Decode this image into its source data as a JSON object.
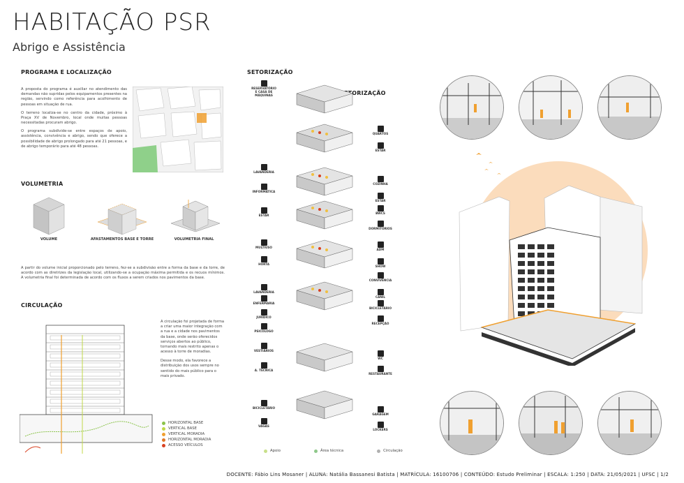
{
  "header": {
    "title": "HABITAÇÃO PSR",
    "subtitle": "Abrigo e Assistência"
  },
  "programa": {
    "heading": "PROGRAMA E LOCALIZAÇÃO",
    "p1": "A proposta do programa é auxiliar no atendimento das demandas não supridas pelos equipamentos presentes na região, servindo como referência para acolhimento de pessoas em situação de rua.",
    "p2": "O terreno localiza-se no centro da cidade, próximo à Praça XV de Novembro, local onde muitas pessoas necessitadas procuram abrigo.",
    "p3": "O programa subdivide-se entre espaços de apoio, assistência, convivência e abrigo, sendo que oferece a possibilidade de abrigo prolongado para até 21 pessoas, e de abrigo temporário para até 48 pessoas."
  },
  "volumetria": {
    "heading": "VOLUMETRIA",
    "captions": [
      "VOLUME",
      "AFASTAMENTOS BASE E TORRE",
      "VOLUMETRIA FINAL"
    ],
    "text": "A partir do volume inicial proporcionado pelo terreno, fez-se a subdivisão entre a forma da base e da torre, de acordo com as diretrizes da legislação local, utilizando-se a ocupação máxima permitida e os recuos mínimos. A volumetria final foi determinada de acordo com os fluxos a serem criados nos pavimentos da base."
  },
  "circulacao": {
    "heading": "CIRCULAÇÃO",
    "p1": "A circulação foi projetada de forma a criar uma maior integração com a rua e a cidade nos pavimentos da base, onde serão oferecidos serviços abertos ao público, tornando mais restrito apenas o acesso à torre de moradias.",
    "p2": "Desse modo, ela favorece a distribuição dos usos sempre no sentido do mais público para o mais privado.",
    "legend": [
      {
        "label": "HORIZONTAL BASE",
        "color": "#8bc34a"
      },
      {
        "label": "VERTICAL BASE",
        "color": "#c0d84a"
      },
      {
        "label": "VERTICAL MORADIA",
        "color": "#f0a030"
      },
      {
        "label": "HORIZONTAL MORADIA",
        "color": "#e07828"
      },
      {
        "label": "ACESSO VEÍCULOS",
        "color": "#d84020"
      }
    ]
  },
  "setorizacao": {
    "heading": "SETORIZAÇÃO",
    "inner_heading": "SETORIZAÇÃO",
    "left_labels": [
      "RESERVATÓRIO E CASA DE MÁQUINAS",
      "LAVANDERIA",
      "INFORMÁTICA",
      "ESTAR",
      "MULTIUSO",
      "HORTA",
      "LAVANDERIA",
      "ENFERMARIA",
      "JURÍDICO",
      "PSICÓLOGO",
      "VESTIÁRIOS",
      "A. TÉCNICA",
      "BICICLETÁRIO",
      "VAGAS"
    ],
    "right_labels": [
      "QUARTOS",
      "ESTAR",
      "COZINHA",
      "ESTAR",
      "BWCS",
      "DORMITÓRIOS",
      "ADM",
      "SHOW",
      "CONVIVÊNCIA",
      "CANIL",
      "BICICLETÁRIO",
      "RECEPÇÃO",
      "WC",
      "RESTAURANTE",
      "GARAGEM",
      "LOCKERS"
    ],
    "legend": [
      {
        "label": "Apoio",
        "color": "#c8e08a"
      },
      {
        "label": "Área técnica",
        "color": "#8ec88a"
      },
      {
        "label": "Circulação",
        "color": "#b0b0b0"
      }
    ]
  },
  "footer": {
    "text": "DOCENTE: Fábio Lins Mosaner  |  ALUNA: Natália Bassanesi Batista  |  MATRÍCULA: 16100706  |  CONTEÚDO: Estudo Preliminar  |  ESCALA: 1:250  |  DATA: 21/05/2021  |  UFSC  |    1/2"
  },
  "colors": {
    "accent": "#f5c9a0",
    "orange": "#f0a030",
    "line": "#222"
  }
}
